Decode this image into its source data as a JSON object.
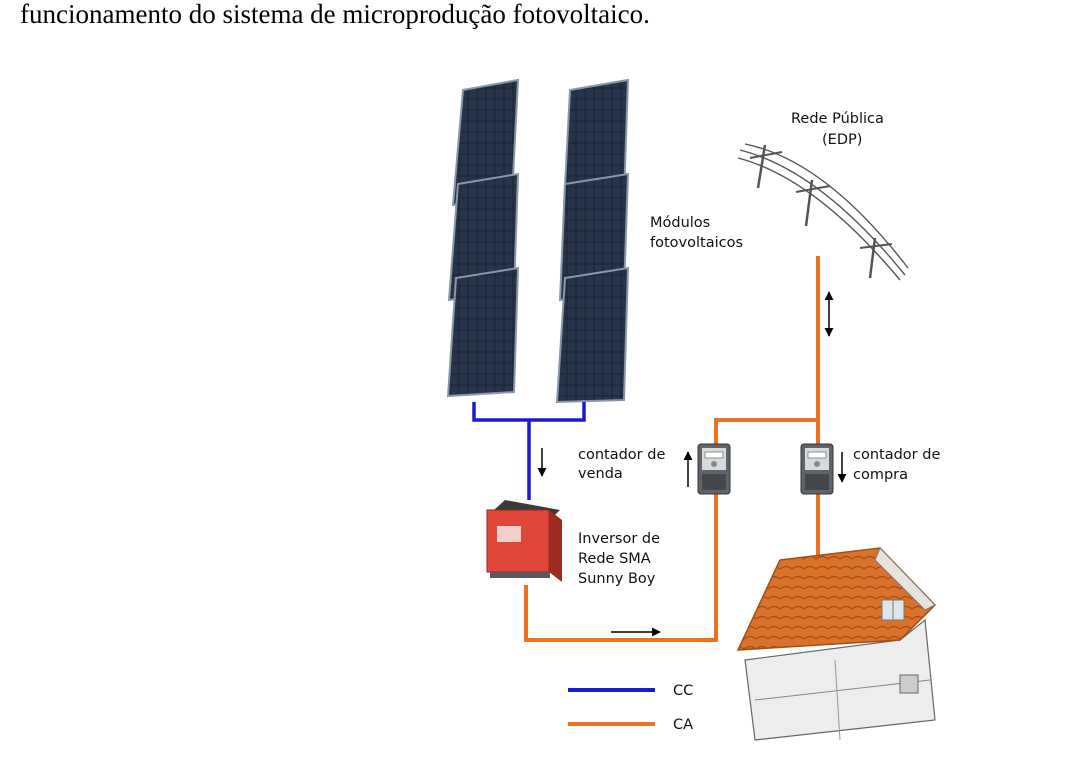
{
  "caption": "funcionamento do sistema de micropro­dução fotovoltaico.",
  "labels": {
    "grid_line1": "Rede Pública",
    "grid_line2": "(EDP)",
    "modules_line1": "Módulos",
    "modules_line2": "fotovoltaicos",
    "sell_meter_line1": "contador de",
    "sell_meter_line2": "venda",
    "buy_meter_line1": "contador de",
    "buy_meter_line2": "compra",
    "inverter_line1": "Inversor de",
    "inverter_line2": "Rede SMA",
    "inverter_line3": "Sunny Boy"
  },
  "legend": {
    "items": [
      {
        "label": "CC",
        "color": "#1a1ad0"
      },
      {
        "label": "CA",
        "color": "#f07020"
      }
    ]
  },
  "colors": {
    "dc_wire": "#1a1ad0",
    "ac_wire": "#f07020",
    "panel": "#1b2638",
    "inverter": "#e0463a",
    "roof": "#d9722a"
  },
  "icons": [
    "solar-panel-icon",
    "power-line-icon",
    "meter-icon",
    "inverter-icon",
    "house-icon",
    "arrow-icon"
  ]
}
